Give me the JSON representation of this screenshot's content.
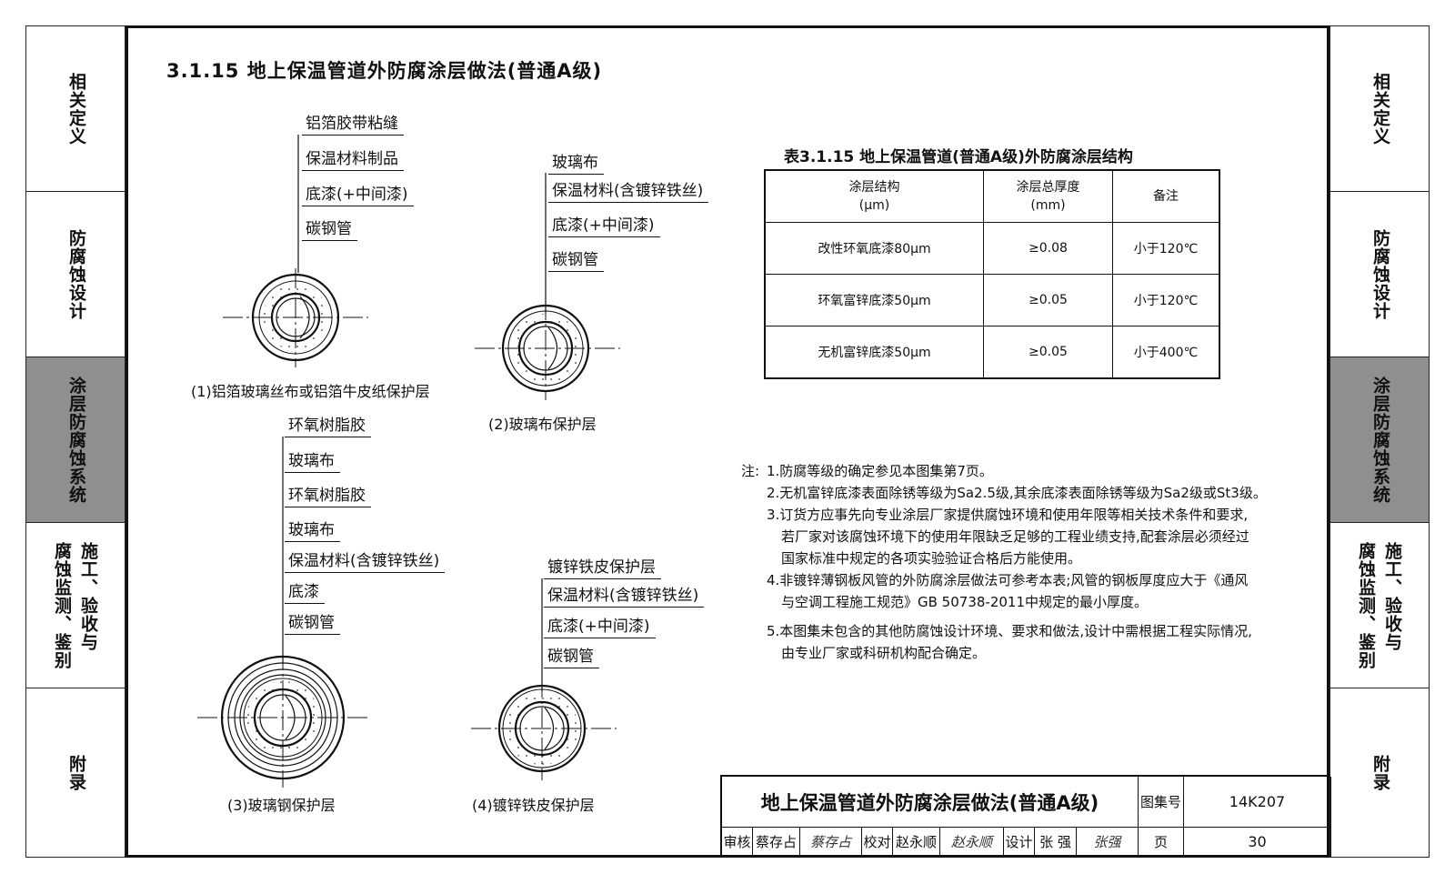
{
  "side_tabs": {
    "left": [
      {
        "label": "相关定义",
        "lines": [
          "相关定义"
        ]
      },
      {
        "label": "防腐蚀设计",
        "lines": [
          "防腐蚀设计"
        ]
      },
      {
        "label": "涂层防腐蚀系统",
        "lines": [
          "涂层防腐蚀系统"
        ],
        "active": true
      },
      {
        "label": "施工、验收与腐蚀监测、鉴别",
        "lines": [
          "施工、验收与",
          "腐蚀监测、鉴别"
        ]
      },
      {
        "label": "附录",
        "lines": [
          "附录"
        ]
      }
    ],
    "right": [
      {
        "label": "相关定义",
        "lines": [
          "相关定义"
        ]
      },
      {
        "label": "防腐蚀设计",
        "lines": [
          "防腐蚀设计"
        ]
      },
      {
        "label": "涂层防腐蚀系统",
        "lines": [
          "涂层防腐蚀系统"
        ],
        "active": true
      },
      {
        "label": "施工、验收与腐蚀监测、鉴别",
        "lines": [
          "施工、验收与",
          "腐蚀监测、鉴别"
        ]
      },
      {
        "label": "附录",
        "lines": [
          "附录"
        ]
      }
    ],
    "active_color": "#8f8f8f"
  },
  "page_title": "3.1.15 地上保温管道外防腐涂层做法(普通A级)",
  "diagrams": {
    "d1": {
      "labels": [
        "铝箔胶带粘缝",
        "保温材料制品",
        "底漆(+中间漆)",
        "碳钢管"
      ],
      "caption": "(1)铝箔玻璃丝布或铝箔牛皮纸保护层"
    },
    "d2": {
      "labels": [
        "玻璃布",
        "保温材料(含镀锌铁丝)",
        "底漆(+中间漆)",
        "碳钢管"
      ],
      "caption": "(2)玻璃布保护层"
    },
    "d3": {
      "labels": [
        "环氧树脂胶",
        "玻璃布",
        "环氧树脂胶",
        "玻璃布",
        "保温材料(含镀锌铁丝)",
        "底漆",
        "碳钢管"
      ],
      "caption": "(3)玻璃钢保护层"
    },
    "d4": {
      "labels": [
        "镀锌铁皮保护层",
        "保温材料(含镀锌铁丝)",
        "底漆(+中间漆)",
        "碳钢管"
      ],
      "caption": "(4)镀锌铁皮保护层"
    }
  },
  "table": {
    "title": "表3.1.15 地上保温管道(普通A级)外防腐涂层结构",
    "headers": [
      {
        "line1": "涂层结构",
        "line2": "(μm)"
      },
      {
        "line1": "涂层总厚度",
        "line2": "(mm)"
      },
      {
        "line1": "备注",
        "line2": ""
      }
    ],
    "rows": [
      [
        "改性环氧底漆80μm",
        "≥0.08",
        "小于120℃"
      ],
      [
        "环氧富锌底漆50μm",
        "≥0.05",
        "小于120℃"
      ],
      [
        "无机富锌底漆50μm",
        "≥0.05",
        "小于400℃"
      ]
    ]
  },
  "notes": {
    "prefix": "注:",
    "lines": [
      "1.防腐等级的确定参见本图集第7页。",
      "2.无机富锌底漆表面除锈等级为Sa2.5级,其余底漆表面除锈等级为Sa2级或St3级。",
      "3.订货方应事先向专业涂层厂家提供腐蚀环境和使用年限等相关技术条件和要求,",
      "若厂家对该腐蚀环境下的使用年限缺乏足够的工程业绩支持,配套涂层必须经过",
      "国家标准中规定的各项实验验证合格后方能使用。",
      "4.非镀锌薄钢板风管的外防腐涂层做法可参考本表;风管的钢板厚度应大于《通风",
      "与空调工程施工规范》GB 50738-2011中规定的最小厚度。",
      "5.本图集未包含的其他防腐蚀设计环境、要求和做法,设计中需根据工程实际情况,",
      "由专业厂家或科研机构配合确定。"
    ]
  },
  "title_block": {
    "drawing_title": "地上保温管道外防腐涂层做法(普通A级)",
    "atlas_label": "图集号",
    "atlas_no": "14K207",
    "review_label": "审核",
    "reviewer": "蔡存占",
    "reviewer_sig": "蔡存占",
    "check_label": "校对",
    "checker": "赵永顺",
    "checker_sig": "赵永顺",
    "design_label": "设计",
    "designer": "张 强",
    "designer_sig": "张强",
    "page_label": "页",
    "page_no": "30"
  }
}
